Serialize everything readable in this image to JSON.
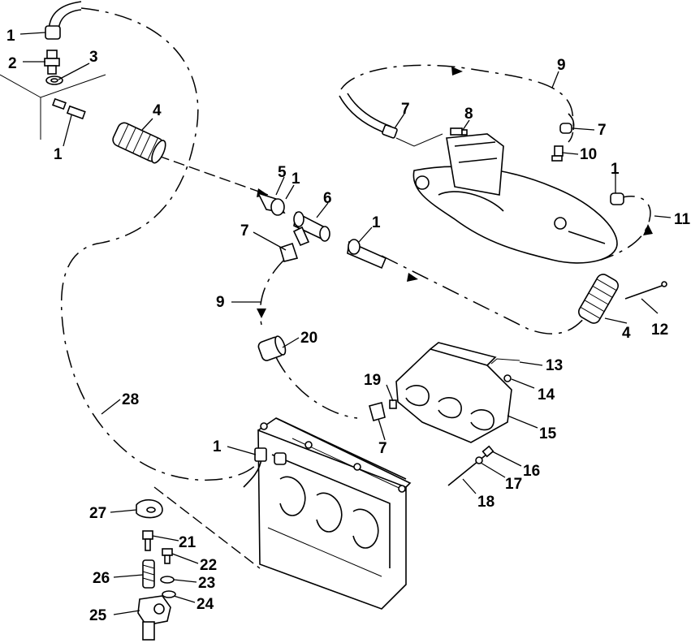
{
  "callouts": [
    {
      "id": "c1a",
      "text": "1"
    },
    {
      "id": "c2",
      "text": "2"
    },
    {
      "id": "c3",
      "text": "3"
    },
    {
      "id": "c1b",
      "text": "1"
    },
    {
      "id": "c4a",
      "text": "4"
    },
    {
      "id": "c5",
      "text": "5"
    },
    {
      "id": "c1c",
      "text": "1"
    },
    {
      "id": "c6",
      "text": "6"
    },
    {
      "id": "c7a",
      "text": "7"
    },
    {
      "id": "c1d",
      "text": "1"
    },
    {
      "id": "c9a",
      "text": "9"
    },
    {
      "id": "c20",
      "text": "20"
    },
    {
      "id": "c28",
      "text": "28"
    },
    {
      "id": "c1e",
      "text": "1"
    },
    {
      "id": "c27",
      "text": "27"
    },
    {
      "id": "c21",
      "text": "21"
    },
    {
      "id": "c22",
      "text": "22"
    },
    {
      "id": "c26",
      "text": "26"
    },
    {
      "id": "c23",
      "text": "23"
    },
    {
      "id": "c24",
      "text": "24"
    },
    {
      "id": "c25",
      "text": "25"
    },
    {
      "id": "c9b",
      "text": "9"
    },
    {
      "id": "c7b",
      "text": "7"
    },
    {
      "id": "c8",
      "text": "8"
    },
    {
      "id": "c7c",
      "text": "7"
    },
    {
      "id": "c10",
      "text": "10"
    },
    {
      "id": "c1f",
      "text": "1"
    },
    {
      "id": "c11",
      "text": "11"
    },
    {
      "id": "c12",
      "text": "12"
    },
    {
      "id": "c4b",
      "text": "4"
    },
    {
      "id": "c13",
      "text": "13"
    },
    {
      "id": "c14",
      "text": "14"
    },
    {
      "id": "c19",
      "text": "19"
    },
    {
      "id": "c15",
      "text": "15"
    },
    {
      "id": "c7d",
      "text": "7"
    },
    {
      "id": "c16",
      "text": "16"
    },
    {
      "id": "c17",
      "text": "17"
    },
    {
      "id": "c18",
      "text": "18"
    }
  ]
}
